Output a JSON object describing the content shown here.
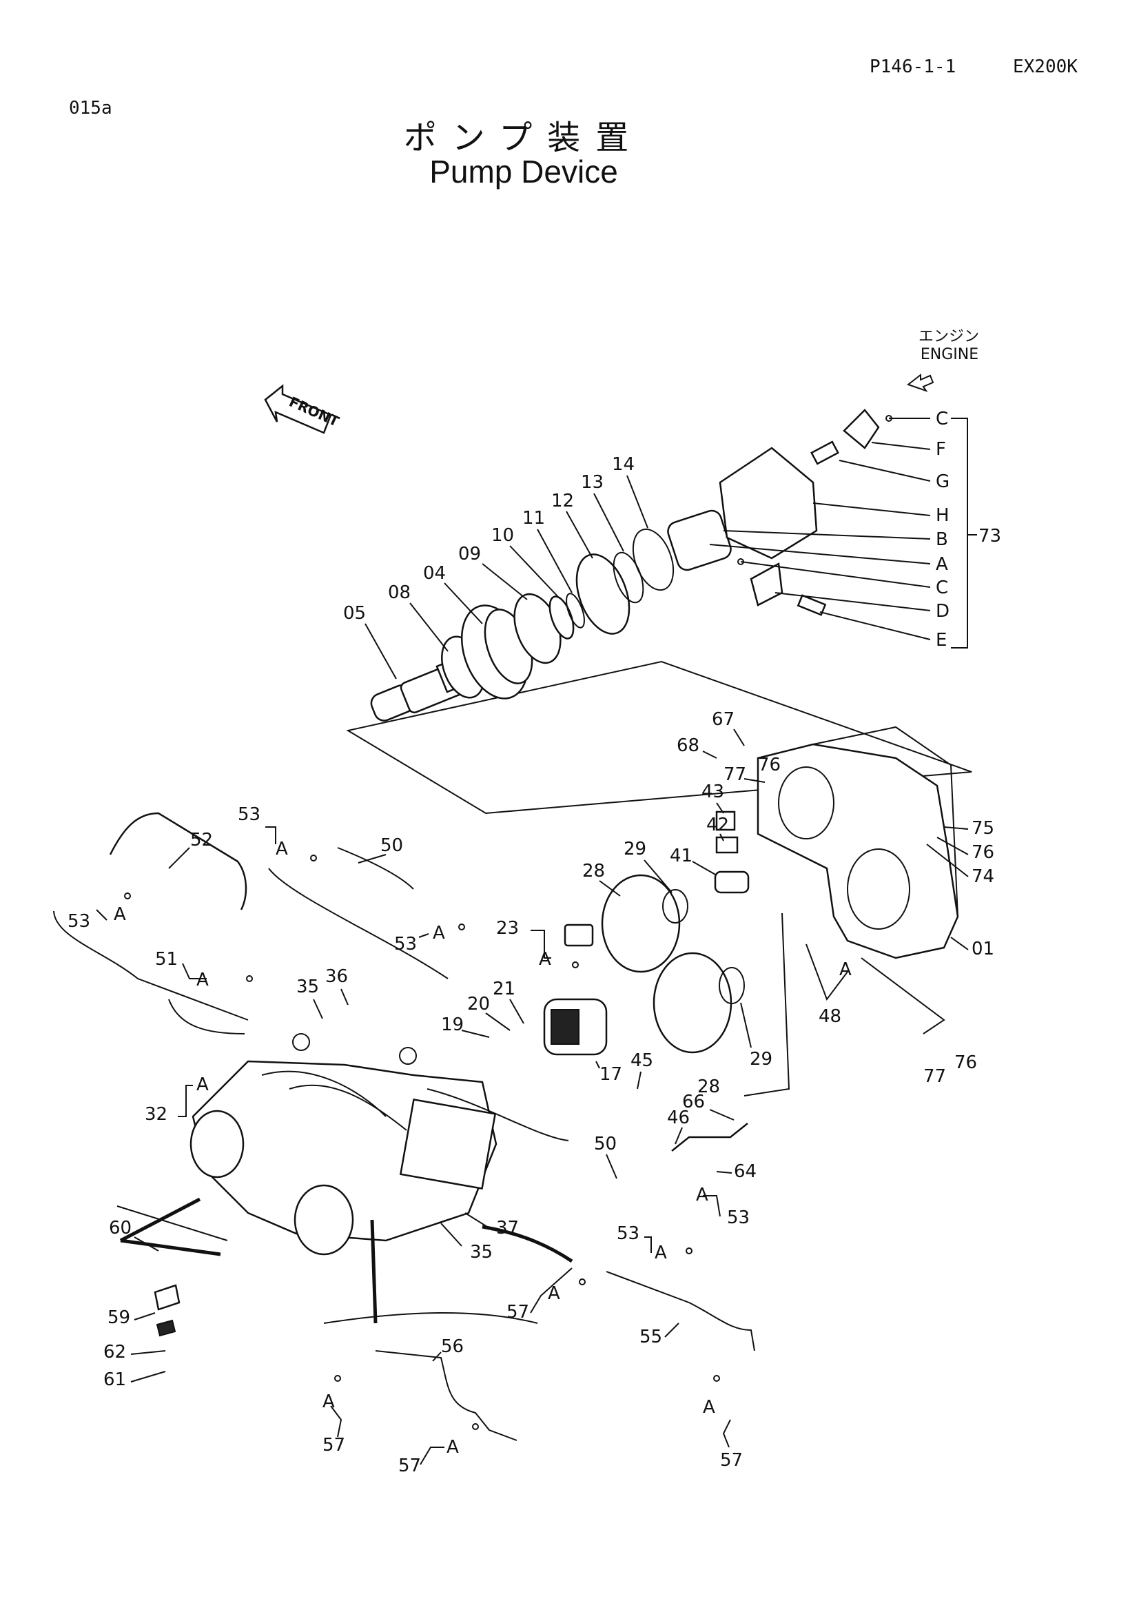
{
  "header": {
    "page_code": "P146-1-1",
    "model": "EX200K",
    "sheet_code": "015a"
  },
  "title": {
    "japanese": "ポンプ装置",
    "english": "Pump Device"
  },
  "engine_marker": {
    "japanese": "エンジン",
    "english": "ENGINE"
  },
  "front_marker": "FRONT",
  "group_73_letters": [
    "C",
    "F",
    "G",
    "H",
    "B",
    "A",
    "C",
    "D",
    "E"
  ],
  "group_73_number": "73",
  "part_labels": {
    "p05": "05",
    "p08": "08",
    "p04": "04",
    "p09": "09",
    "p10": "10",
    "p11": "11",
    "p12": "12",
    "p13": "13",
    "p14": "14",
    "p67": "67",
    "p68": "68",
    "p76a": "76",
    "p77a": "77",
    "p43": "43",
    "p42": "42",
    "p41": "41",
    "p29a": "29",
    "p28a": "28",
    "p75": "75",
    "p76b": "76",
    "p74": "74",
    "p01": "01",
    "p23": "23",
    "p23a": "A",
    "p21": "21",
    "p20": "20",
    "p19": "19",
    "p17": "17",
    "p28b": "28",
    "p29b": "29",
    "p48": "48",
    "p48a": "A",
    "p77b": "77",
    "p76c": "76",
    "p45": "45",
    "p46": "46",
    "p66": "66",
    "p64": "64",
    "p53a": "53",
    "p53aA": "A",
    "p50a": "50",
    "p52": "52",
    "p53b": "53",
    "p53bA": "A",
    "p53c": "53",
    "p53cA": "A",
    "p51": "51",
    "p51A": "A",
    "p35a": "35",
    "p36": "36",
    "p32": "32",
    "p32A": "A",
    "p37": "37",
    "p35b": "35",
    "p50b": "50",
    "p53d": "53",
    "p53dA": "A",
    "p53e": "53",
    "p53eA": "A",
    "p60": "60",
    "p59": "59",
    "p62": "62",
    "p61": "61",
    "p56": "56",
    "p57a": "57",
    "p57aA": "A",
    "p57b": "57",
    "p57bA": "A",
    "p55": "55",
    "p57c": "57",
    "p57cA": "A",
    "p57d": "57",
    "p57dA": "A"
  }
}
